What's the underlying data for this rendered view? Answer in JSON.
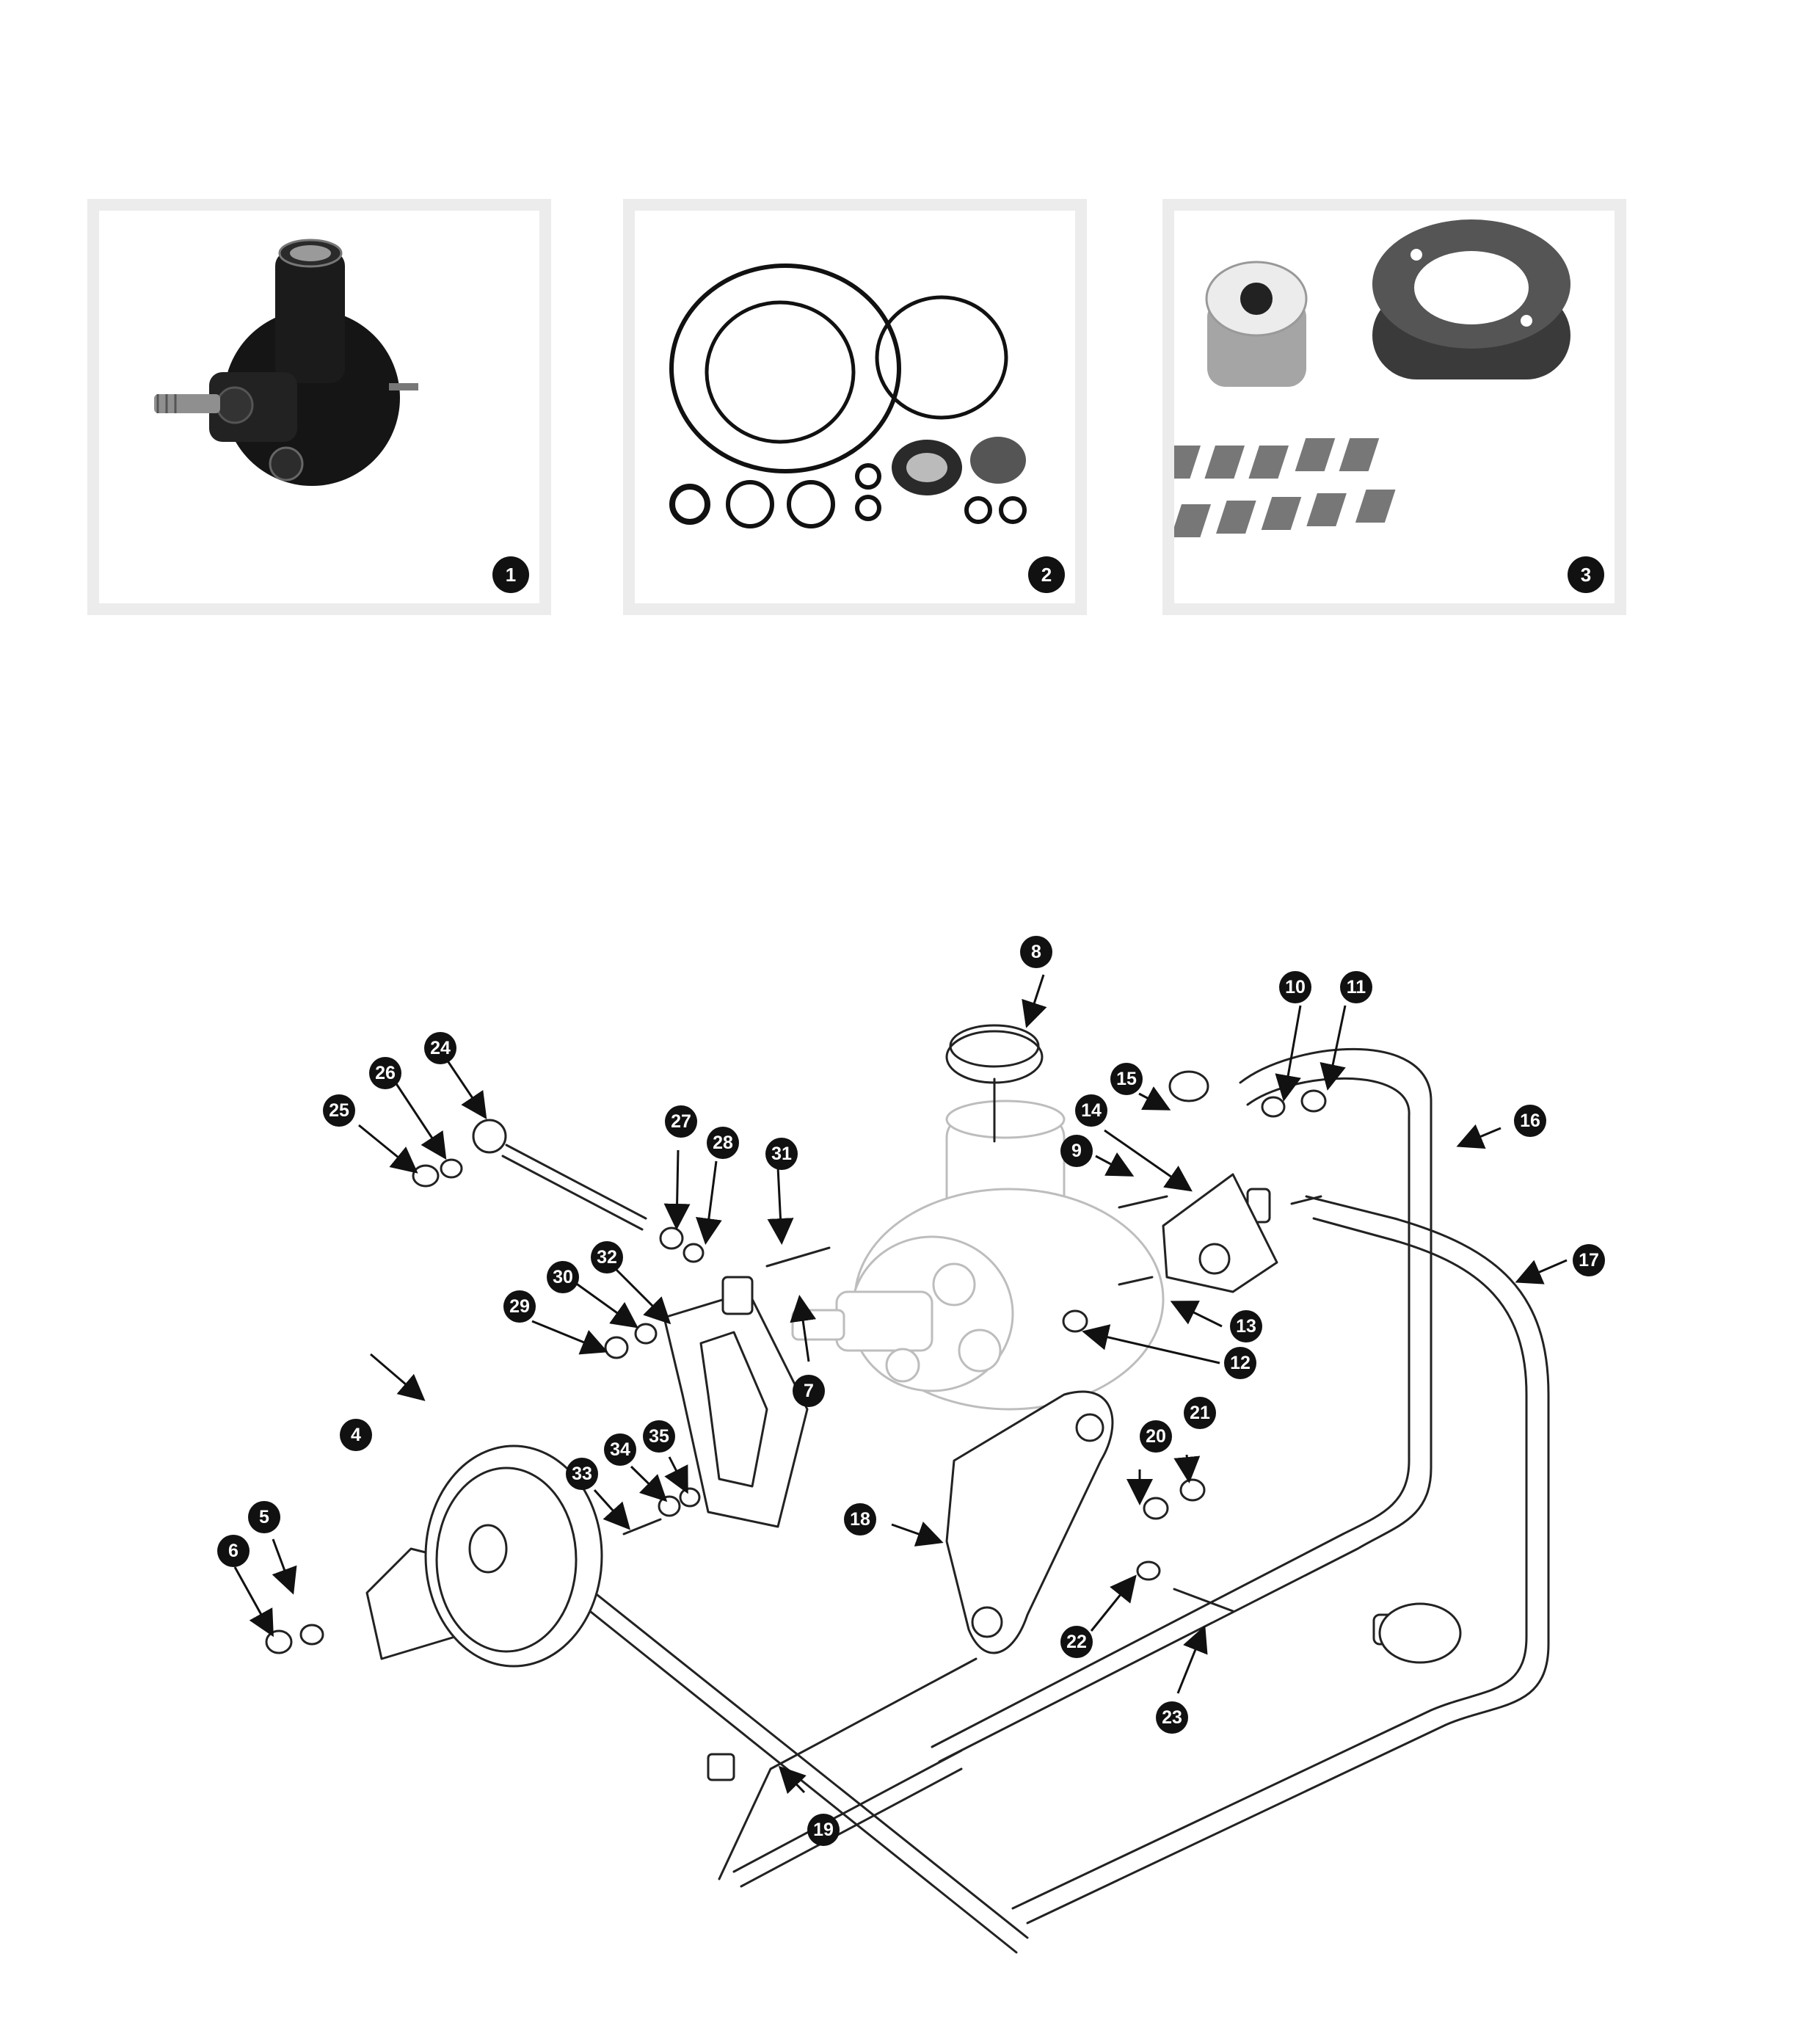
{
  "colors": {
    "frame": "#ececec",
    "badge": "#111111",
    "line_art": "#222222",
    "ghost_pump": "#bdbdbd"
  },
  "photos": [
    {
      "id": "1",
      "label": "1",
      "icon": "power-steering-pump-photo"
    },
    {
      "id": "2",
      "label": "2",
      "icon": "seal-kit-photo"
    },
    {
      "id": "3",
      "label": "3",
      "icon": "rotor-vane-kit-photo"
    }
  ],
  "callouts": {
    "c1": "1",
    "c2": "2",
    "c3": "3",
    "c4": "4",
    "c5": "5",
    "c6": "6",
    "c7": "7",
    "c8": "8",
    "c9": "9",
    "c10": "10",
    "c11": "11",
    "c12": "12",
    "c13": "13",
    "c14": "14",
    "c15": "15",
    "c16": "16",
    "c17": "17",
    "c18": "18",
    "c19": "19",
    "c20": "20",
    "c21": "21",
    "c22": "22",
    "c23": "23",
    "c24": "24",
    "c25": "25",
    "c26": "26",
    "c27": "27",
    "c28": "28",
    "c29": "29",
    "c30": "30",
    "c31": "31",
    "c32": "32",
    "c33": "33",
    "c34": "34",
    "c35": "35"
  }
}
